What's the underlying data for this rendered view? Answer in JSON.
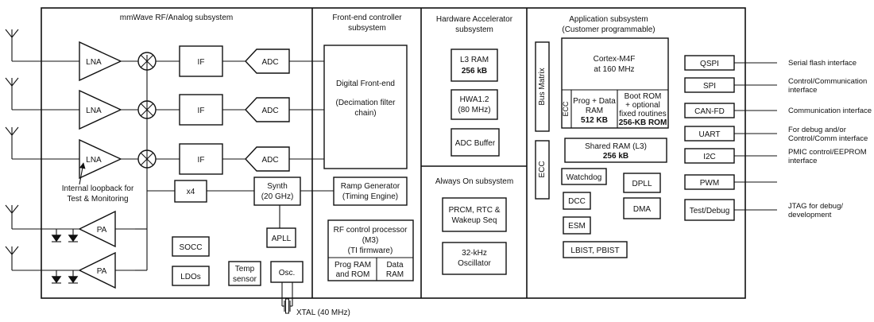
{
  "subsystems": {
    "rf": "mmWave RF/Analog subsystem",
    "fec": [
      "Front-end controller",
      "subsystem"
    ],
    "hwa": [
      "Hardware Accelerator",
      "subsystem"
    ],
    "always_on": "Always On subsystem",
    "app": [
      "Application subsystem",
      "(Customer programmable)"
    ]
  },
  "rf": {
    "lna": "LNA",
    "if": "IF",
    "adc": "ADC",
    "x4": "x4",
    "synth": [
      "Synth",
      "(20 GHz)"
    ],
    "apll": "APLL",
    "pa": "PA",
    "socc": "SOCC",
    "ldos": "LDOs",
    "temp": [
      "Temp",
      "sensor"
    ],
    "osc": "Osc.",
    "loopback": [
      "Internal loopback for",
      "Test & Monitoring"
    ],
    "xtal": "XTAL (40 MHz)"
  },
  "fec": {
    "dfe": [
      "Digital Front-end",
      "",
      "(Decimation filter",
      "chain)"
    ],
    "ramp": [
      "Ramp Generator",
      "(Timing Engine)"
    ],
    "rfctl": [
      "RF control  processor",
      "(M3)",
      "(TI firmware)"
    ],
    "program": [
      "Prog RAM",
      "and ROM"
    ],
    "dataram": [
      "Data",
      "RAM"
    ]
  },
  "hwa": {
    "l3": "L3 RAM",
    "l3size": "256 kB",
    "hwa12": [
      "HWA1.2",
      "(80 MHz)"
    ],
    "adcbuf": "ADC Buffer"
  },
  "always_on": {
    "prcm": [
      "PRCM, RTC &",
      "Wakeup Seq"
    ],
    "osc32": [
      "32-kHz",
      "Oscillator"
    ]
  },
  "app": {
    "busmatrix": "Bus Matrix",
    "ecc": "ECC",
    "cortex": [
      "Cortex-M4F",
      "at 160 MHz"
    ],
    "prog": [
      "Prog + Data",
      "RAM"
    ],
    "progsize": "512 KB",
    "bootrom": [
      "Boot ROM",
      "+ optional",
      "fixed routines"
    ],
    "bootsize": "256-KB ROM",
    "shared": "Shared RAM (L3)",
    "sharedsize": "256 kB",
    "watchdog": "Watchdog",
    "dcc": "DCC",
    "dpll": "DPLL",
    "dma": "DMA",
    "esm": "ESM",
    "lbist": "LBIST, PBIST"
  },
  "interfaces": [
    {
      "name": "QSPI",
      "desc": [
        "Serial flash interface"
      ]
    },
    {
      "name": "SPI",
      "desc": [
        "Control/Communication",
        "interface"
      ]
    },
    {
      "name": "CAN-FD",
      "desc": [
        "Communication interface"
      ]
    },
    {
      "name": "UART",
      "desc": [
        "For debug and/or",
        "Control/Comm interface"
      ]
    },
    {
      "name": "I2C",
      "desc": [
        "PMIC control/EEPROM",
        "interface"
      ]
    },
    {
      "name": "PWM",
      "desc": []
    },
    {
      "name": "Test/Debug",
      "desc": [
        "JTAG for debug/",
        "development"
      ]
    }
  ]
}
